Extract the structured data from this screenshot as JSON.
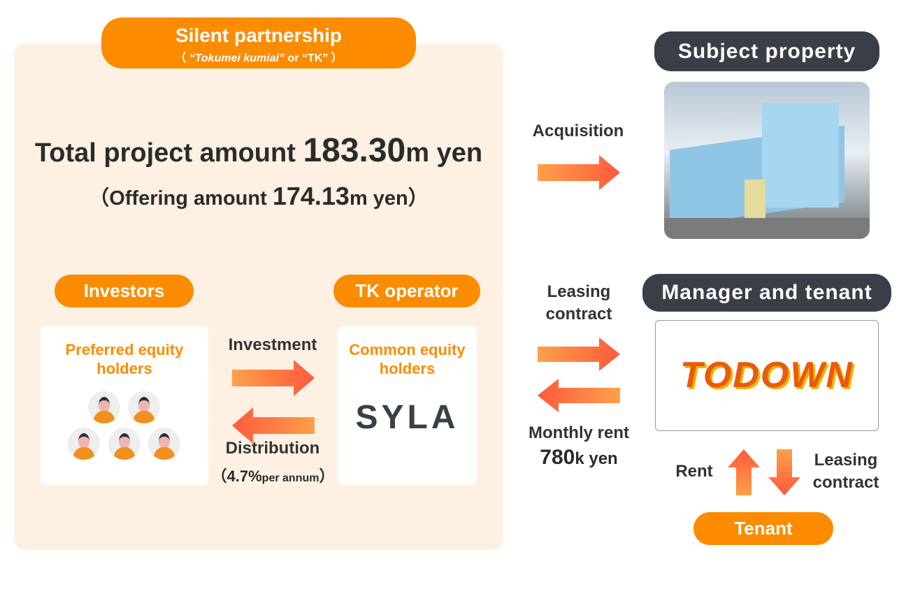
{
  "partnership": {
    "title": "Silent partnership",
    "subtitle_open": "（ ",
    "subtitle_italic": "“Tokumei kumiai”",
    "subtitle_or": " or “TK” ）"
  },
  "total": {
    "label": "Total project amount ",
    "value": "183.30",
    "unit": "m yen"
  },
  "offering": {
    "open": "（Offering amount ",
    "value": "174.13",
    "unit": "m yen）"
  },
  "investors": {
    "pill": "Investors",
    "card_title": "Preferred equity holders"
  },
  "operator": {
    "pill": "TK operator",
    "card_title": "Common equity holders",
    "logo": "SYLA"
  },
  "flows": {
    "investment": "Investment",
    "distribution": "Distribution",
    "rate_open": "（",
    "rate": "4.7%",
    "rate_unit": "per annum",
    "rate_close": "）"
  },
  "property": {
    "pill": "Subject property",
    "acquisition": "Acquisition"
  },
  "manager": {
    "pill": "Manager and tenant",
    "leasing_contract": "Leasing contract",
    "monthly_rent": "Monthly rent",
    "rent_value": "780",
    "rent_unit": "k yen",
    "logo": "TODOWN"
  },
  "tenant": {
    "pill": "Tenant",
    "rent": "Rent",
    "leasing_contract": "Leasing contract"
  },
  "colors": {
    "orange": "#fb8c00",
    "dark": "#3a3f47",
    "panel": "#fef1e4"
  }
}
